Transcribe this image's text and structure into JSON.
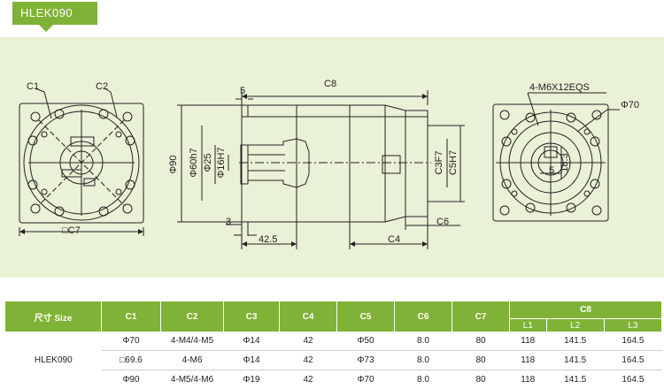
{
  "title": "HLEK090",
  "drawing": {
    "front_labels": {
      "c1": "C1",
      "c2": "C2",
      "c7": "□C7"
    },
    "side_labels": {
      "c8": "C8",
      "five": "5",
      "d90": "Φ90",
      "d60": "Φ60h7",
      "d25": "Φ25",
      "d16": "Φ16H7",
      "c3": "C3F7",
      "c5": "C5H7",
      "three": "3",
      "l425": "42.5",
      "c4": "C4",
      "c6": "C6"
    },
    "rear_labels": {
      "bolt": "4-M6X12EQS",
      "d70": "Φ70",
      "key_w": "5",
      "key_h": "18.3"
    }
  },
  "table": {
    "headers": [
      "尺寸 Size",
      "C1",
      "C2",
      "C3",
      "C4",
      "C5",
      "C6",
      "C7",
      "C8"
    ],
    "sub_headers": [
      "L1",
      "L2",
      "L3"
    ],
    "model": "HLEK090",
    "rows": [
      [
        "Φ70",
        "4-M4/4-M5",
        "Φ14",
        "42",
        "Φ50",
        "8.0",
        "80",
        "118",
        "141.5",
        "164.5"
      ],
      [
        "□69.6",
        "4-M6",
        "Φ14",
        "42",
        "Φ73",
        "8.0",
        "80",
        "118",
        "141.5",
        "164.5"
      ],
      [
        "Φ90",
        "4-M5/4-M6",
        "Φ19",
        "42",
        "Φ70",
        "8.0",
        "80",
        "118",
        "141.5",
        "164.5"
      ]
    ]
  },
  "colors": {
    "accent": "#7fb236",
    "panel": "#e9f1d6",
    "line": "#222222"
  }
}
